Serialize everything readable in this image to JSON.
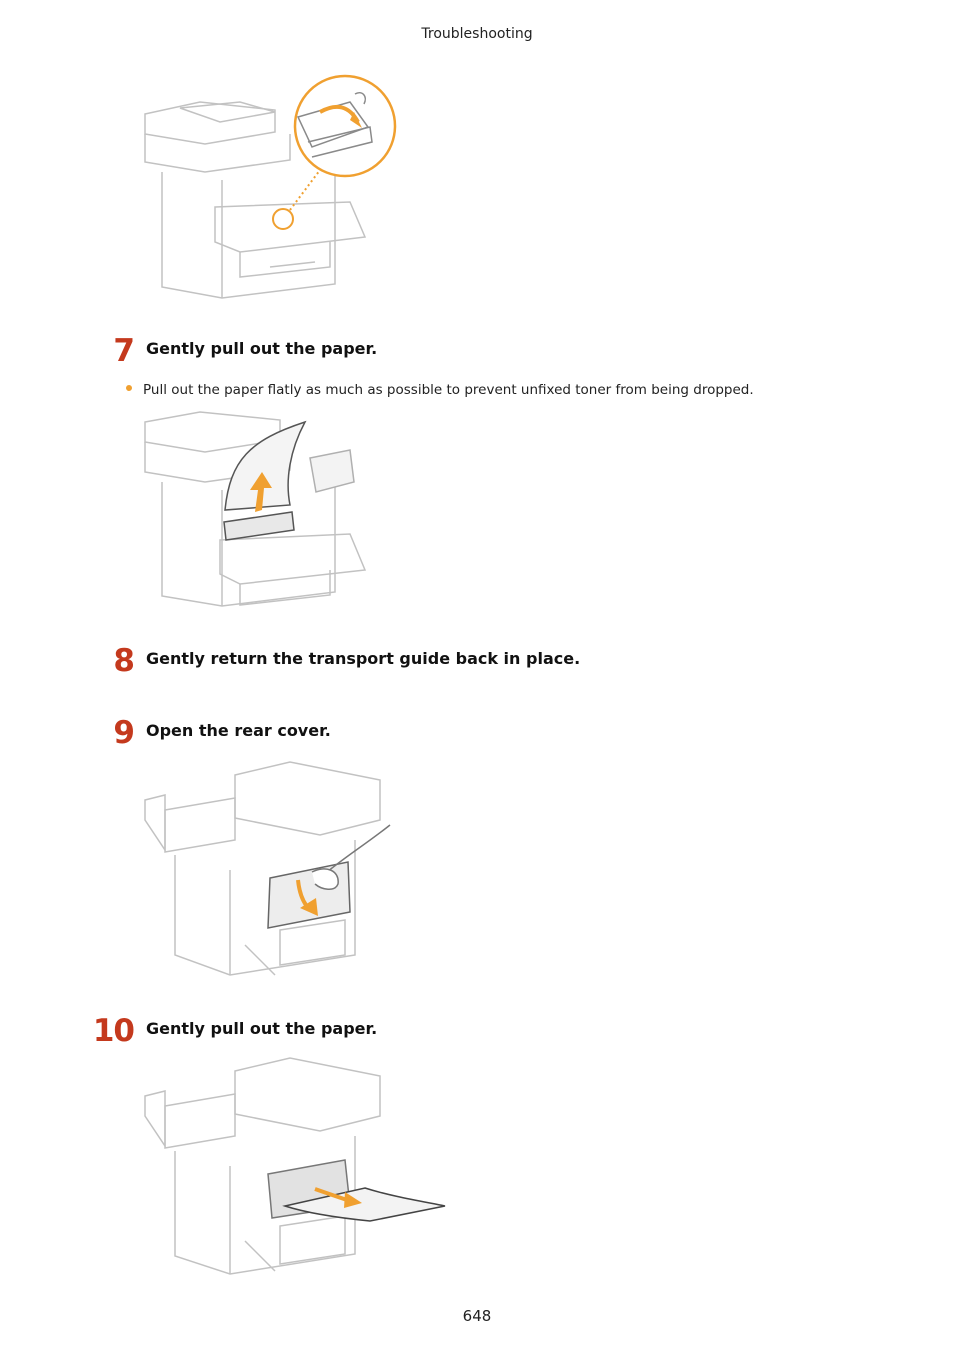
{
  "header": {
    "section": "Troubleshooting"
  },
  "steps": [
    {
      "number": "7",
      "title": "Gently pull out the paper."
    },
    {
      "number": "8",
      "title": "Gently return the transport guide back in place."
    },
    {
      "number": "9",
      "title": "Open the rear cover."
    },
    {
      "number": "10",
      "title": "Gently pull out the paper."
    }
  ],
  "step7_note": "Pull out the paper flatly as much as possible to prevent unfixed toner from being dropped.",
  "footer": {
    "page_number": "648"
  },
  "colors": {
    "step_number": "#c4391d",
    "accent_orange": "#f0a030",
    "line_gray": "#bdbdbd"
  }
}
